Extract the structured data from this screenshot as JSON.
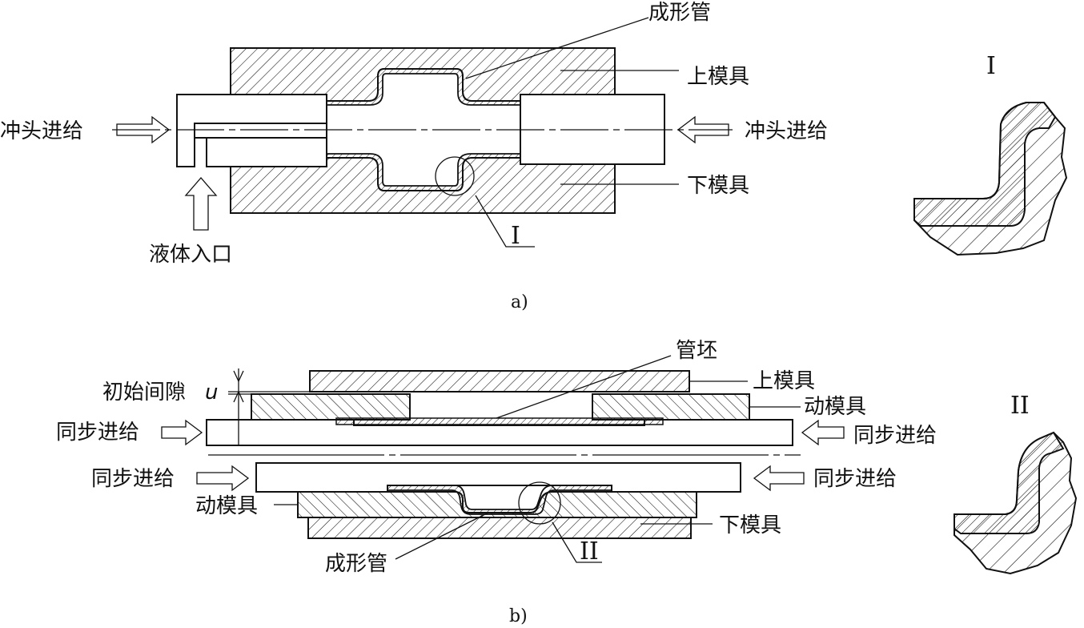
{
  "figure_a": {
    "caption": "a)",
    "labels": {
      "forming_tube": "成形管",
      "upper_die": "上模具",
      "lower_die": "下模具",
      "punch_feed_left": "冲头进给",
      "punch_feed_right": "冲头进给",
      "liquid_inlet": "液体入口",
      "detail_ref": "I"
    },
    "detail_title": "I"
  },
  "figure_b": {
    "caption": "b)",
    "labels": {
      "tube_blank": "管坯",
      "upper_die": "上模具",
      "initial_gap": "初始间隙",
      "gap_symbol": "u",
      "moving_die_top": "动模具",
      "sync_feed_top_left": "同步进给",
      "sync_feed_top_right": "同步进给",
      "sync_feed_bottom_left": "同步进给",
      "sync_feed_bottom_right": "同步进给",
      "moving_die_bottom": "动模具",
      "lower_die": "下模具",
      "forming_tube": "成形管",
      "detail_ref": "II"
    },
    "detail_title": "II"
  }
}
